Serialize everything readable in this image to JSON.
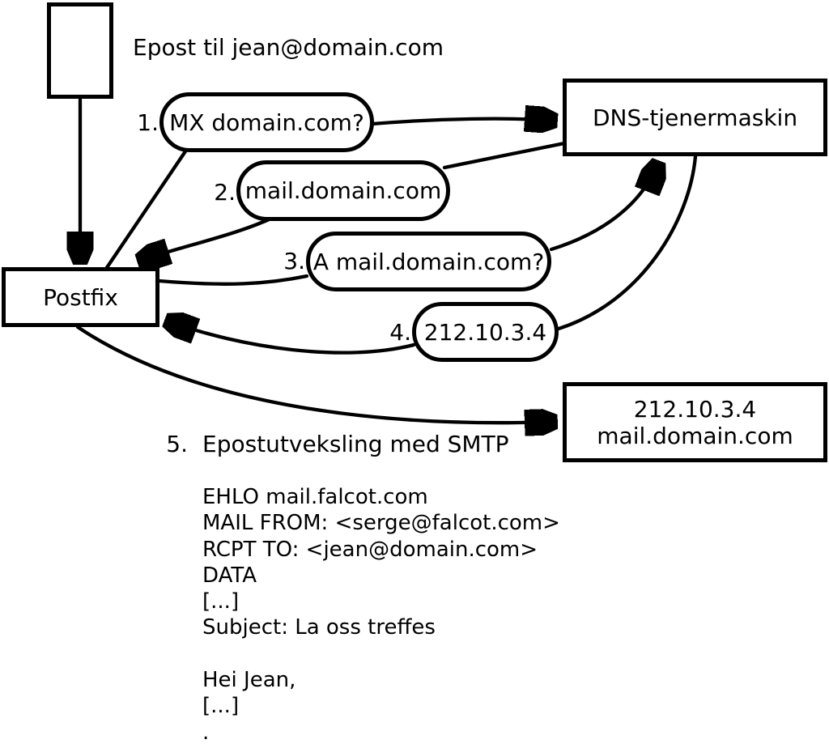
{
  "diagram": {
    "title": "Epost til jean@domain.com",
    "nodes": {
      "postfix": "Postfix",
      "dns_server": "DNS-tjenermaskin",
      "mail_server_ip": "212.10.3.4",
      "mail_server_host": "mail.domain.com"
    },
    "steps": [
      {
        "num": "1.",
        "label": "MX domain.com?"
      },
      {
        "num": "2.",
        "label": "mail.domain.com"
      },
      {
        "num": "3.",
        "label": "A mail.domain.com?"
      },
      {
        "num": "4.",
        "label": "212.10.3.4"
      },
      {
        "num": "5.",
        "label": "Epostutveksling med SMTP"
      }
    ],
    "smtp_lines": [
      "EHLO mail.falcot.com",
      "MAIL FROM: <serge@falcot.com>",
      "RCPT TO: <jean@domain.com>",
      "DATA",
      "[...]",
      "Subject: La oss treffes",
      "",
      "Hei Jean,",
      "[...]",
      "."
    ],
    "colors": {
      "ink": "#000000",
      "paper": "#ffffff"
    }
  }
}
